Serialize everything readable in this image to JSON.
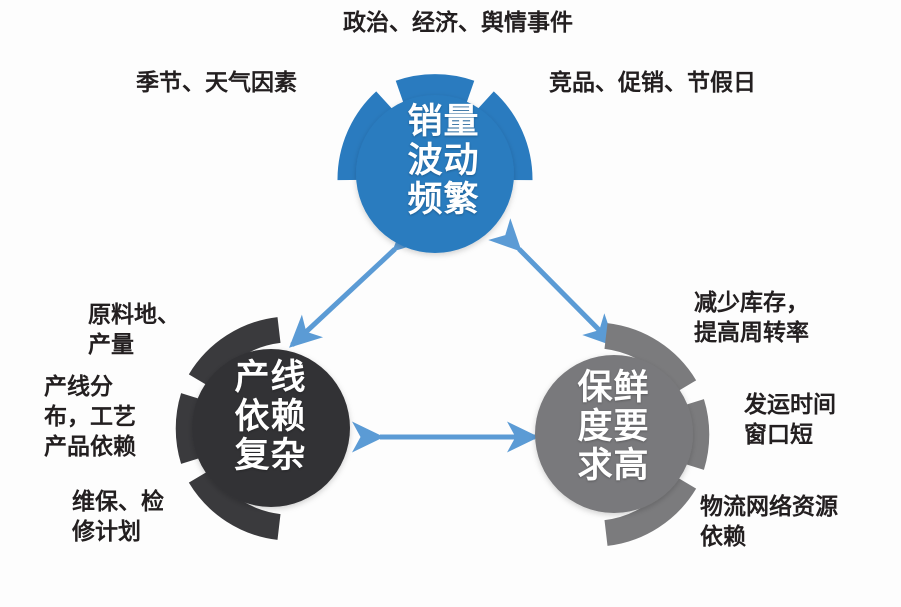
{
  "diagram": {
    "type": "triangular relationship diagram",
    "background_color": "#fdfdfd",
    "nodes": [
      {
        "id": "sales",
        "label": "销量\n波动\n频繁",
        "color": "#2a7bbf",
        "arc_color": "#2a7bbf",
        "position": "top"
      },
      {
        "id": "production_line",
        "label": "产线\n依赖\n复杂",
        "color": "#333336",
        "arc_color": "#3a3a3d",
        "position": "bottom-left"
      },
      {
        "id": "freshness",
        "label": "保鲜\n度要\n求高",
        "color": "#79797b",
        "arc_color": "#7b7b7d",
        "position": "bottom-right"
      }
    ],
    "connector_color": "#5b9bd5",
    "annotations": {
      "top": "政治、经济、舆情事件",
      "top_left": "季节、天气因素",
      "top_right": "竞品、促销、节假日",
      "left_1": "原料地、\n产量",
      "left_2": "产线分\n布，工艺\n产品依赖",
      "left_3": "维保、检\n修计划",
      "right_1": "减少库存，\n提高周转率",
      "right_2": "发运时间\n窗口短",
      "right_3": "物流网络资源\n依赖"
    }
  }
}
